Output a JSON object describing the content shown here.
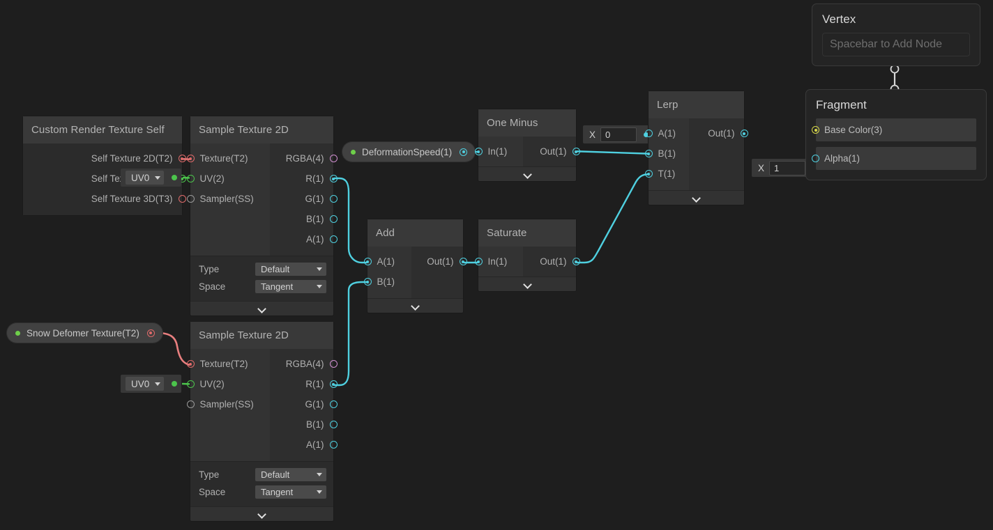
{
  "app": {
    "name": "unity-shader-graph",
    "background_color": "#1e1e1e"
  },
  "colors": {
    "node_header": "#393939",
    "node_body": "#2b2b2b",
    "port_cyan": "#4fd0e0",
    "port_red": "#e06a6a",
    "port_green": "#4cc44c",
    "port_pink": "#d08fd0",
    "port_yellow": "#d8d84a",
    "wire_cyan": "#4fd0e0",
    "wire_red": "#e87f7f",
    "wire_green": "#4cc44c",
    "wire_white": "#d9d9d9"
  },
  "nodes": {
    "custom_render_texture_self": {
      "title": "Custom Render Texture Self",
      "outputs": [
        {
          "label": "Self Texture 2D(T2)",
          "color": "red",
          "filled": true
        },
        {
          "label": "Self Texture 2D(T2)",
          "color": "green",
          "filled": true
        },
        {
          "label": "Self Texture 3D(T3)",
          "color": "red",
          "filled": false
        }
      ],
      "uv_dropdown": {
        "value": "UV0"
      }
    },
    "sample_texture_2d_top": {
      "title": "Sample Texture 2D",
      "inputs": [
        {
          "label": "Texture(T2)",
          "color": "red",
          "filled": true
        },
        {
          "label": "UV(2)",
          "color": "green",
          "filled": false
        },
        {
          "label": "Sampler(SS)",
          "color": "grey",
          "filled": false
        }
      ],
      "outputs": [
        {
          "label": "RGBA(4)",
          "color": "pink",
          "filled": false
        },
        {
          "label": "R(1)",
          "color": "cyan",
          "filled": true
        },
        {
          "label": "G(1)",
          "color": "cyan",
          "filled": false
        },
        {
          "label": "B(1)",
          "color": "cyan",
          "filled": false
        },
        {
          "label": "A(1)",
          "color": "cyan",
          "filled": false
        }
      ],
      "settings": [
        {
          "name": "Type",
          "value": "Default"
        },
        {
          "name": "Space",
          "value": "Tangent"
        }
      ]
    },
    "sample_texture_2d_bottom": {
      "title": "Sample Texture 2D",
      "inputs": [
        {
          "label": "Texture(T2)",
          "color": "red",
          "filled": true
        },
        {
          "label": "UV(2)",
          "color": "green",
          "filled": false
        },
        {
          "label": "Sampler(SS)",
          "color": "grey",
          "filled": false
        }
      ],
      "outputs": [
        {
          "label": "RGBA(4)",
          "color": "pink",
          "filled": false
        },
        {
          "label": "R(1)",
          "color": "cyan",
          "filled": true
        },
        {
          "label": "G(1)",
          "color": "cyan",
          "filled": false
        },
        {
          "label": "B(1)",
          "color": "cyan",
          "filled": false
        },
        {
          "label": "A(1)",
          "color": "cyan",
          "filled": false
        }
      ],
      "settings": [
        {
          "name": "Type",
          "value": "Default"
        },
        {
          "name": "Space",
          "value": "Tangent"
        }
      ]
    },
    "add": {
      "title": "Add",
      "inputs": [
        {
          "label": "A(1)",
          "color": "cyan",
          "filled": true
        },
        {
          "label": "B(1)",
          "color": "cyan",
          "filled": true
        }
      ],
      "outputs": [
        {
          "label": "Out(1)",
          "color": "cyan",
          "filled": true
        }
      ]
    },
    "saturate": {
      "title": "Saturate",
      "inputs": [
        {
          "label": "In(1)",
          "color": "cyan",
          "filled": true
        }
      ],
      "outputs": [
        {
          "label": "Out(1)",
          "color": "cyan",
          "filled": true
        }
      ]
    },
    "one_minus": {
      "title": "One Minus",
      "inputs": [
        {
          "label": "In(1)",
          "color": "cyan",
          "filled": true
        }
      ],
      "outputs": [
        {
          "label": "Out(1)",
          "color": "cyan",
          "filled": true
        }
      ]
    },
    "lerp": {
      "title": "Lerp",
      "inputs": [
        {
          "label": "A(1)",
          "color": "cyan",
          "filled": false
        },
        {
          "label": "B(1)",
          "color": "cyan",
          "filled": true
        },
        {
          "label": "T(1)",
          "color": "cyan",
          "filled": true
        }
      ],
      "outputs": [
        {
          "label": "Out(1)",
          "color": "cyan",
          "filled": true
        }
      ]
    }
  },
  "properties": [
    {
      "name": "deformation-speed",
      "label": "DeformationSpeed(1)",
      "port_color": "cyan",
      "dot_color": "#6ecf4a"
    },
    {
      "name": "snow-deformer-texture",
      "label": "Snow Defomer Texture(T2)",
      "port_color": "red",
      "dot_color": "#6ecf4a"
    }
  ],
  "inline_values": {
    "lerp_a": {
      "axis_label": "X",
      "value": "0"
    },
    "fragment_alpha": {
      "axis_label": "X",
      "value": "1"
    }
  },
  "uv_dropdowns": {
    "bottom": {
      "value": "UV0"
    }
  },
  "master": {
    "vertex": {
      "title": "Vertex",
      "empty_slot_placeholder": "Spacebar to Add Node"
    },
    "fragment": {
      "title": "Fragment",
      "rows": [
        {
          "label": "Base Color(3)",
          "color": "yellow",
          "filled": true
        },
        {
          "label": "Alpha(1)",
          "color": "cyan",
          "filled": false
        }
      ]
    }
  }
}
